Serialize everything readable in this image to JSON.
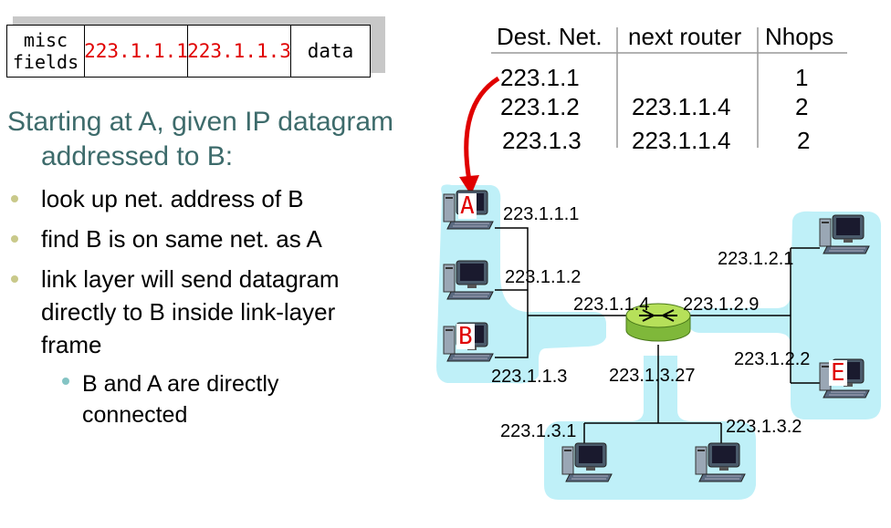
{
  "datagram": {
    "misc_line1": "misc",
    "misc_line2": "fields",
    "source_ip": "223.1.1.1",
    "dest_ip": "223.1.1.3",
    "data": "data"
  },
  "explanation": {
    "heading_line1": "Starting at A, given IP datagram",
    "heading_line2": "addressed to B:",
    "bullets": [
      "look up net. address of B",
      "find B is on same net. as A",
      "link layer will send datagram directly to B inside link-layer frame"
    ],
    "sub_bullet": "B and A are directly connected"
  },
  "routing_table": {
    "headers": [
      "Dest. Net.",
      "next router",
      "Nhops"
    ],
    "rows": [
      [
        "223.1.1",
        "",
        "1"
      ],
      [
        "223.1.2",
        "223.1.1.4",
        "2"
      ],
      [
        "223.1.3",
        "223.1.1.4",
        "2"
      ]
    ]
  },
  "network": {
    "hosts": {
      "a": "A",
      "b": "B",
      "e": "E"
    },
    "labels": {
      "a_ip": "223.1.1.1",
      "mid_ip": "223.1.1.2",
      "b_ip": "223.1.1.3",
      "router_left": "223.1.1.4",
      "router_right": "223.1.2.9",
      "router_bottom": "223.1.3.27",
      "net2_top": "223.1.2.1",
      "net2_e": "223.1.2.2",
      "net3_left": "223.1.3.1",
      "net3_right": "223.1.3.2"
    }
  },
  "colors": {
    "ip_red": "#e00000",
    "heading_teal": "#3d6b6b",
    "subnet_fill": "#bff0f8",
    "router_green": "#a8d84a",
    "arrow_red": "#e00000"
  }
}
